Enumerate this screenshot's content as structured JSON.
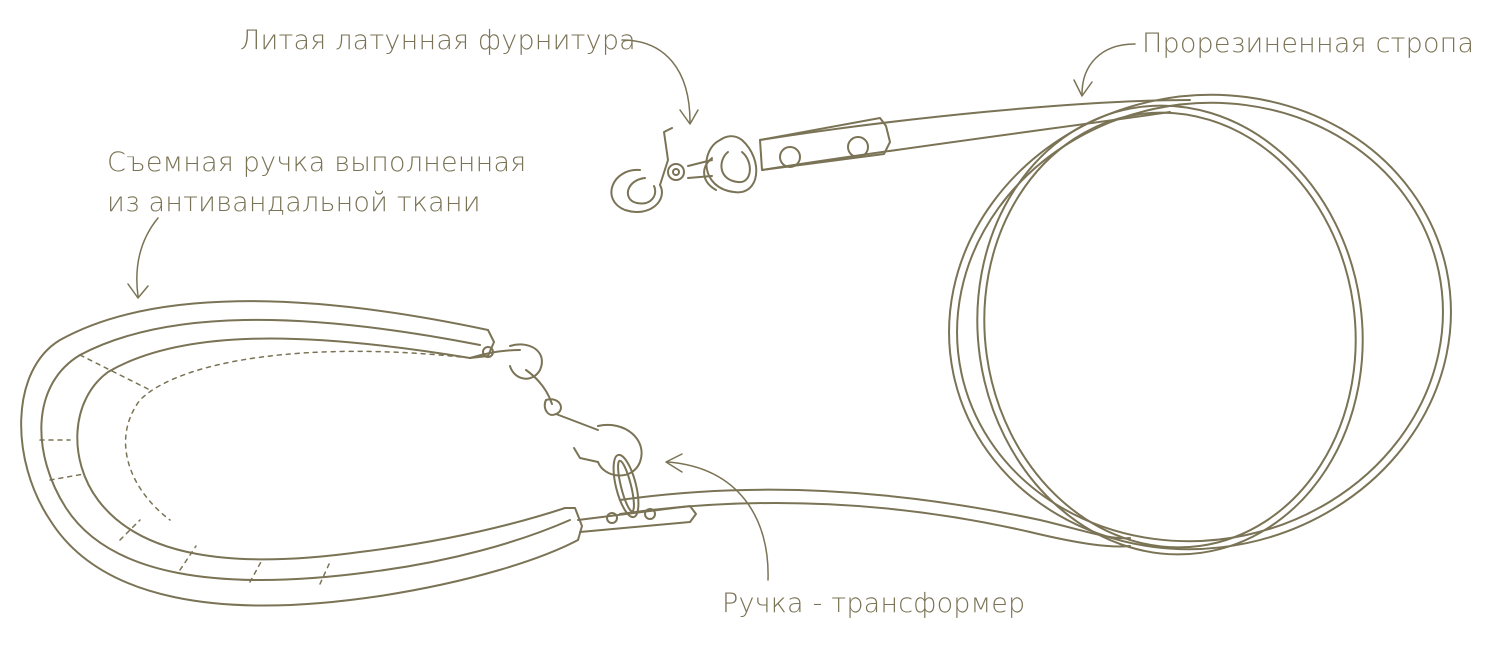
{
  "colors": {
    "stroke": "#7a7355",
    "text": "#7a7355",
    "background": "#ffffff"
  },
  "labels": {
    "brass_hardware": "Литая латунная фурнитура",
    "rubberized_strap": "Прорезиненная стропа",
    "removable_handle": [
      "Съемная ручка выполненная",
      "из антивандальной ткани"
    ],
    "transformer_handle": "Ручка - трансформер"
  }
}
